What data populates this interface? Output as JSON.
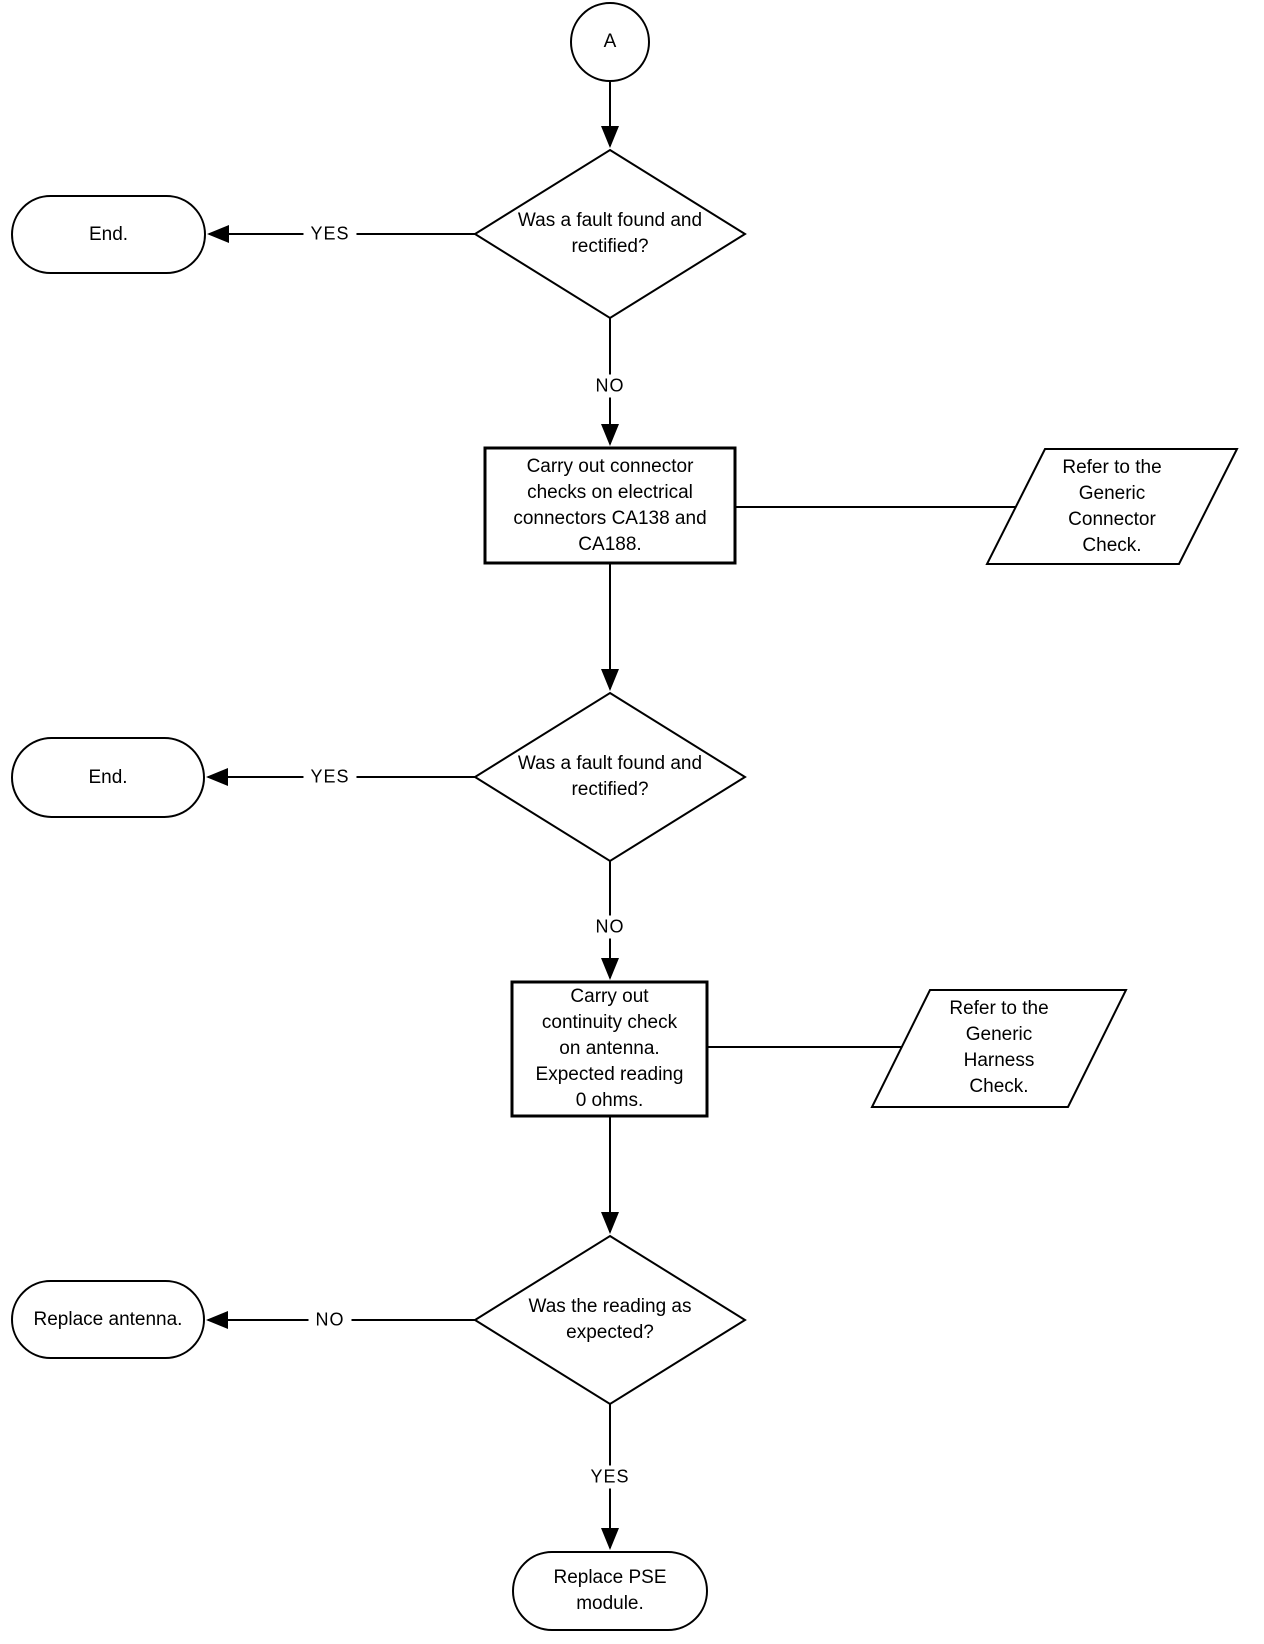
{
  "diagram_type": "troubleshooting-flowchart",
  "nodes": {
    "connector_a": {
      "shape": "circle",
      "label": "A"
    },
    "decision_fault_1": {
      "shape": "decision",
      "text": "Was a fault found and\nrectified?"
    },
    "end_1": {
      "shape": "terminator",
      "text": "End."
    },
    "process_connector_checks": {
      "shape": "process",
      "text": "Carry out connector\nchecks on electrical\nconnectors CA138 and\nCA188."
    },
    "ref_generic_connector": {
      "shape": "reference",
      "text": "Refer to the\nGeneric\nConnector\nCheck."
    },
    "decision_fault_2": {
      "shape": "decision",
      "text": "Was a fault found and\nrectified?"
    },
    "end_2": {
      "shape": "terminator",
      "text": "End."
    },
    "process_continuity_check": {
      "shape": "process",
      "text": "Carry out\ncontinuity check\non antenna.\nExpected reading\n0 ohms."
    },
    "ref_generic_harness": {
      "shape": "reference",
      "text": "Refer to the\nGeneric\nHarness\nCheck."
    },
    "decision_reading": {
      "shape": "decision",
      "text": "Was the reading as\nexpected?"
    },
    "terminal_replace_antenna": {
      "shape": "terminator",
      "text": "Replace antenna."
    },
    "terminal_replace_pse": {
      "shape": "terminator",
      "text": "Replace PSE\nmodule."
    }
  },
  "edge_labels": {
    "yes_1": "YES",
    "no_1": "NO",
    "yes_2": "YES",
    "no_2": "NO",
    "no_3": "NO",
    "yes_3": "YES"
  },
  "colors": {
    "line": "#000000",
    "shape_fill": "#ffffff",
    "background": "#ffffff"
  }
}
